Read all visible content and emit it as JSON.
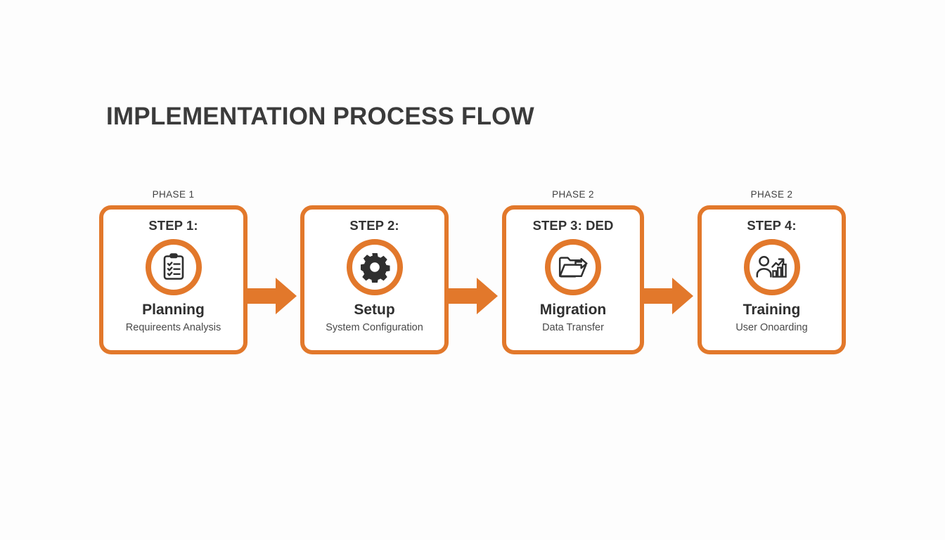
{
  "slide": {
    "title": "IMPLEMENTATION PROCESS FLOW",
    "background_color": "#fdfdfd",
    "accent_color": "#e2782b",
    "text_color": "#333333"
  },
  "steps": [
    {
      "phase": "PHASE 1",
      "heading": "STEP 1:",
      "icon": "clipboard-checklist-icon",
      "title": "Planning",
      "subtitle": "Requireents Analysis"
    },
    {
      "phase": "",
      "heading": "STEP 2:",
      "icon": "gear-icon",
      "title": "Setup",
      "subtitle": "System Configuration"
    },
    {
      "phase": "PHASE 2",
      "heading": "STEP 3: DED",
      "icon": "folder-export-icon",
      "title": "Migration",
      "subtitle": "Data Transfer"
    },
    {
      "phase": "PHASE 2",
      "heading": "STEP 4:",
      "icon": "person-growth-chart-icon",
      "title": "Training",
      "subtitle": "User Onoarding"
    }
  ],
  "connectors": [
    {
      "icon": "arrow-right-icon"
    },
    {
      "icon": "arrow-right-icon"
    },
    {
      "icon": "arrow-right-icon"
    }
  ]
}
